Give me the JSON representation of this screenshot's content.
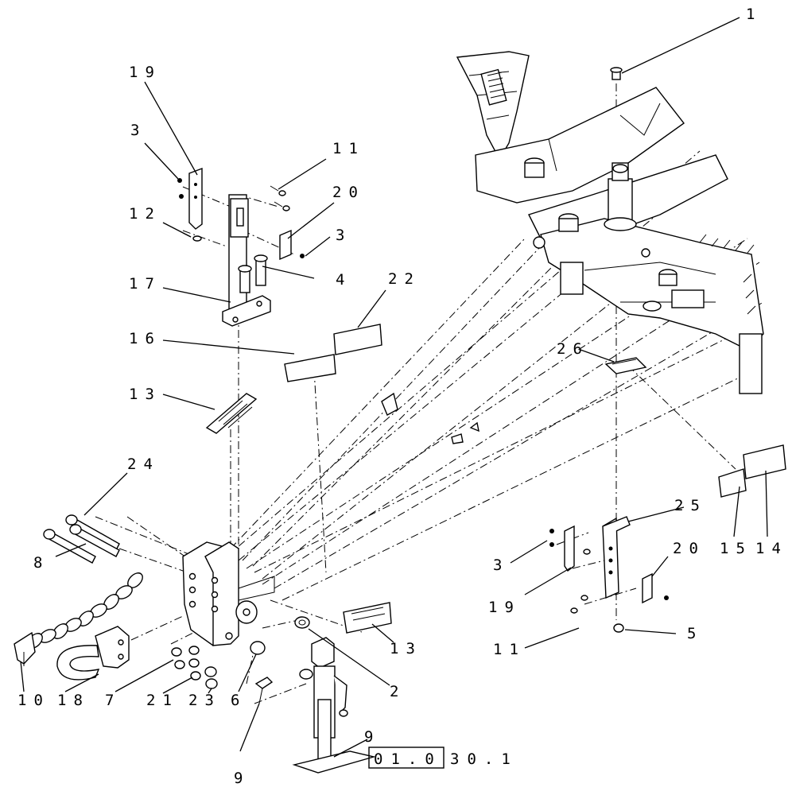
{
  "diagram": {
    "callouts": [
      {
        "id": "c1",
        "text": "1"
      },
      {
        "id": "c19a",
        "text": "19"
      },
      {
        "id": "c3a",
        "text": "3"
      },
      {
        "id": "c11a",
        "text": "11"
      },
      {
        "id": "c20a",
        "text": "20"
      },
      {
        "id": "c12",
        "text": "12"
      },
      {
        "id": "c3b",
        "text": "3"
      },
      {
        "id": "c4",
        "text": "4"
      },
      {
        "id": "c17",
        "text": "17"
      },
      {
        "id": "c22",
        "text": "22"
      },
      {
        "id": "c16",
        "text": "16"
      },
      {
        "id": "c26",
        "text": "26"
      },
      {
        "id": "c13a",
        "text": "13"
      },
      {
        "id": "c24",
        "text": "24"
      },
      {
        "id": "c25",
        "text": "25"
      },
      {
        "id": "c8",
        "text": "8"
      },
      {
        "id": "c20b",
        "text": "20"
      },
      {
        "id": "c15",
        "text": "15"
      },
      {
        "id": "c14",
        "text": "14"
      },
      {
        "id": "c3c",
        "text": "3"
      },
      {
        "id": "c19b",
        "text": "19"
      },
      {
        "id": "c13b",
        "text": "13"
      },
      {
        "id": "c11b",
        "text": "11"
      },
      {
        "id": "c5",
        "text": "5"
      },
      {
        "id": "c2",
        "text": "2"
      },
      {
        "id": "c10",
        "text": "10"
      },
      {
        "id": "c18",
        "text": "18"
      },
      {
        "id": "c7",
        "text": "7"
      },
      {
        "id": "c21",
        "text": "21"
      },
      {
        "id": "c23",
        "text": "23"
      },
      {
        "id": "c6",
        "text": "6"
      },
      {
        "id": "c9a",
        "text": "9"
      },
      {
        "id": "c9b",
        "text": "9"
      }
    ],
    "reference": {
      "boxed": "01.0",
      "rest": "30.1"
    }
  }
}
